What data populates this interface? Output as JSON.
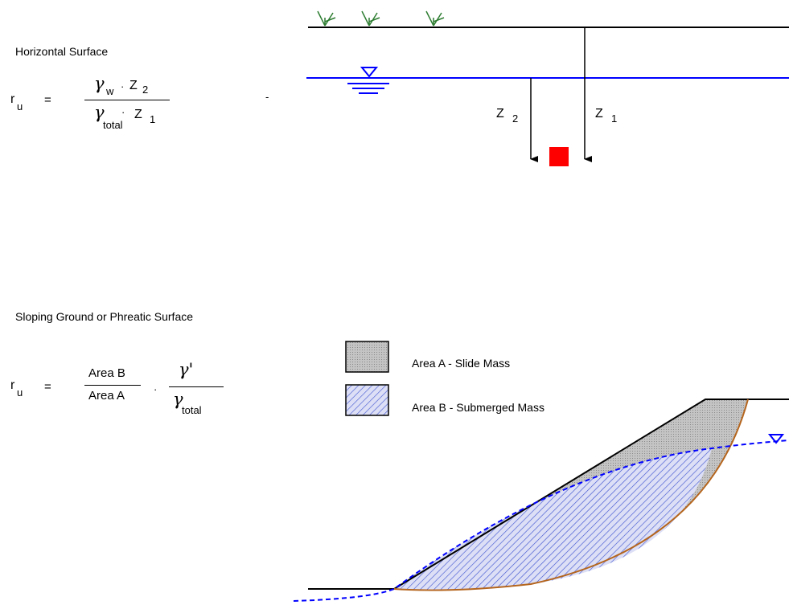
{
  "horizontal": {
    "title": "Horizontal Surface",
    "lhs_symbol": "r",
    "lhs_sub": "u",
    "equals": "=",
    "num_greek": "γ",
    "num_greek_sub": "w",
    "num_dot": "·",
    "num_z": "Z",
    "num_z_sub": "2",
    "den_greek": "γ",
    "den_greek_sub": "total",
    "den_dot": "·",
    "den_z": "Z",
    "den_z_sub": "1",
    "stray_mark": "-",
    "z2_label": "Z",
    "z2_sub": "2",
    "z1_label": "Z",
    "z1_sub": "1",
    "colors": {
      "water": "#0000ff",
      "element": "#ff0000",
      "vegetation": "#2e7d32"
    },
    "icons": [
      "grass-icon",
      "water-table-icon",
      "soil-element-icon"
    ]
  },
  "sloping": {
    "title": "Sloping Ground or Phreatic Surface",
    "lhs_symbol": "r",
    "lhs_sub": "u",
    "equals": "=",
    "frac1_num": "Area B",
    "frac1_den": "Area A",
    "mult_dot": "·",
    "frac2_num": "γ'",
    "frac2_den": "γ",
    "frac2_den_sub": "total",
    "legend": [
      {
        "label": "Area A - Slide Mass",
        "icon": "gray-fill-swatch-icon"
      },
      {
        "label": "Area B - Submerged Mass",
        "icon": "blue-hatch-swatch-icon"
      }
    ],
    "colors": {
      "slide_mass": "#c8c8c8",
      "submerged_hatch": "#3b4fd1",
      "slip_surface": "#b5651d",
      "phreatic": "#0000ff"
    }
  }
}
